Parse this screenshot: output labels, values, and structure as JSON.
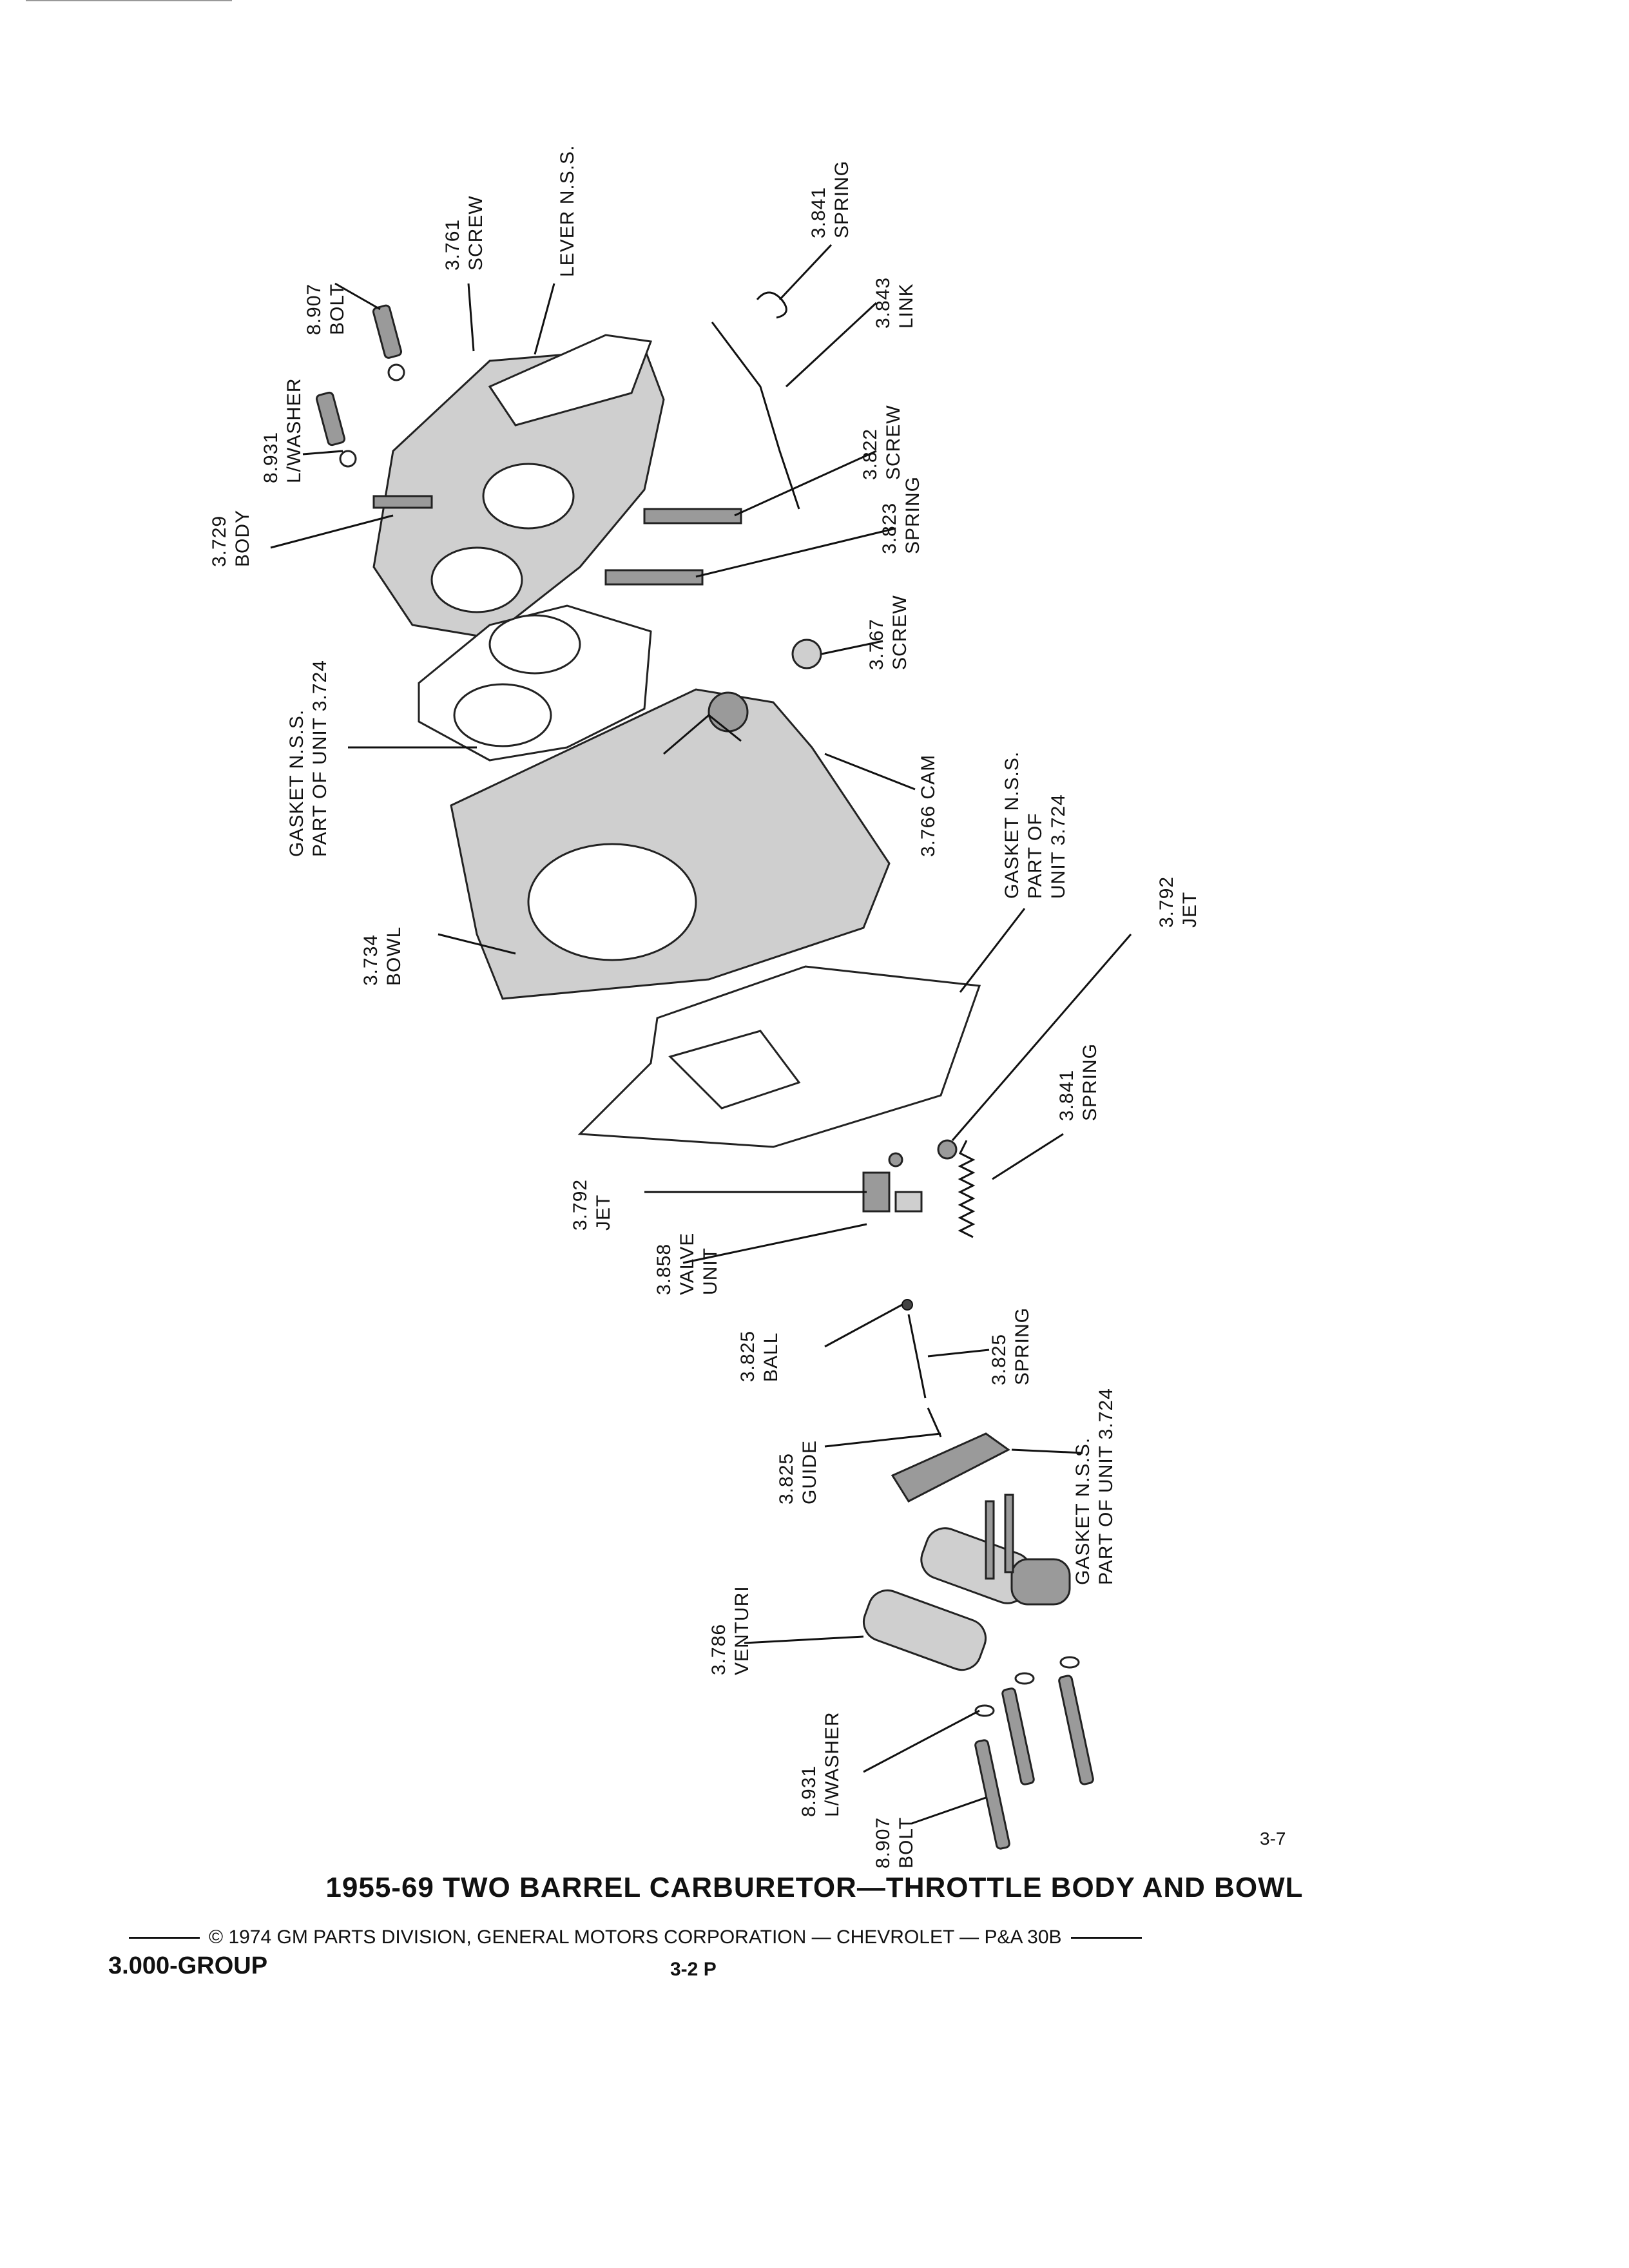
{
  "page": {
    "title": "1955-69 TWO BARREL CARBURETOR—THROTTLE BODY AND BOWL",
    "copyright": "© 1974 GM PARTS DIVISION, GENERAL MOTORS CORPORATION — CHEVROLET — P&A 30B",
    "group": "3.000-GROUP",
    "page_code": "3-2 P",
    "figure_number": "3-7"
  },
  "labels": {
    "bolt_top": [
      "8.907",
      "BOLT"
    ],
    "washer_top": [
      "8.931",
      "L/WASHER"
    ],
    "screw_3761": [
      "3.761",
      "SCREW"
    ],
    "lever": [
      "LEVER N.S.S."
    ],
    "spring_3841_top": [
      "3.841",
      "SPRING"
    ],
    "link": [
      "3.843",
      "LINK"
    ],
    "body": [
      "3.729",
      "BODY"
    ],
    "screw_3822": [
      "3.822",
      "SCREW"
    ],
    "spring_3823": [
      "3.823",
      "SPRING"
    ],
    "screw_3767": [
      "3.767",
      "SCREW"
    ],
    "gasket_upper": [
      "GASKET N.S.S.",
      "PART OF UNIT 3.724"
    ],
    "cam": [
      "3.766 CAM"
    ],
    "bowl": [
      "3.734",
      "BOWL"
    ],
    "gasket_bowl": [
      "GASKET N.S.S.",
      "PART OF",
      "UNIT 3.724"
    ],
    "jet_right": [
      "3.792",
      "JET"
    ],
    "spring_3841_mid": [
      "3.841",
      "SPRING"
    ],
    "jet_left": [
      "3.792",
      "JET"
    ],
    "valve_unit": [
      "3.858",
      "VALVE",
      "UNIT"
    ],
    "ball": [
      "3.825",
      "BALL"
    ],
    "spring_3825": [
      "3.825",
      "SPRING"
    ],
    "guide": [
      "3.825",
      "GUIDE"
    ],
    "gasket_lower": [
      "GASKET N.S.S.",
      "PART OF UNIT 3.724"
    ],
    "venturi": [
      "3.786",
      "VENTURI"
    ],
    "washer_bottom": [
      "8.931",
      "L/WASHER"
    ],
    "bolt_bottom": [
      "8.907",
      "BOLT"
    ]
  }
}
